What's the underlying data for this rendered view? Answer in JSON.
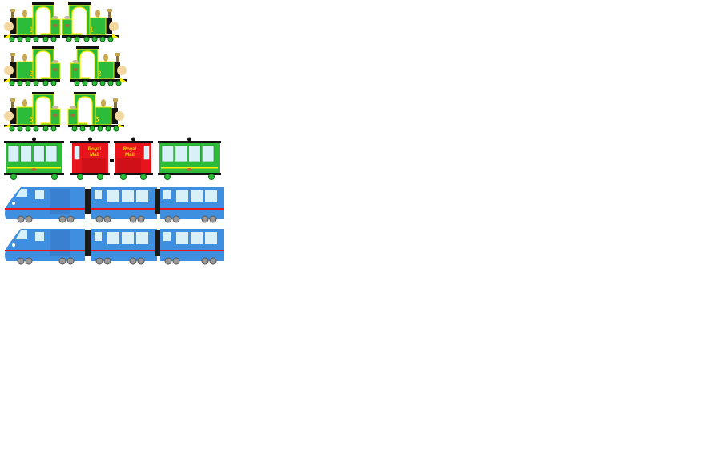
{
  "sheet": {
    "locomotives": [
      {
        "number": "1",
        "facing": "left"
      },
      {
        "number": "1",
        "facing": "right"
      },
      {
        "number": "2",
        "facing": "left"
      },
      {
        "number": "2",
        "facing": "right"
      },
      {
        "number": "3",
        "facing": "left"
      },
      {
        "number": "3",
        "facing": "right"
      }
    ],
    "carriages": [
      {
        "type": "passenger",
        "color": "#2dbb3a"
      },
      {
        "type": "mail",
        "color": "#e8141c",
        "label_line1": "Royal",
        "label_line2": "Mail"
      },
      {
        "type": "mail",
        "color": "#e8141c",
        "label_line1": "Royal",
        "label_line2": "Mail"
      },
      {
        "type": "passenger",
        "color": "#2dbb3a"
      }
    ],
    "trains": [
      {
        "type": "high-speed",
        "color": "#3f8fe0",
        "stripe": "#e8141c",
        "cars": 3
      },
      {
        "type": "high-speed",
        "color": "#3f8fe0",
        "stripe": "#e8141c",
        "cars": 3
      }
    ]
  },
  "colors": {
    "green": "#2dbb3a",
    "yellow": "#ffee00",
    "black": "#111111",
    "red": "#e8141c",
    "blue": "#3f8fe0",
    "window": "#d8f0f8"
  }
}
